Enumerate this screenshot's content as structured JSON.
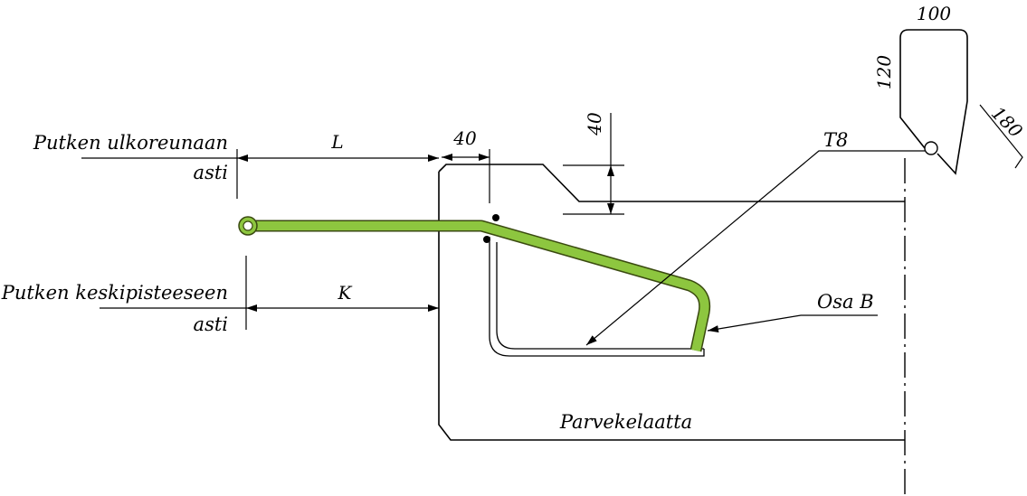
{
  "labels": {
    "outer_edge_line1": "Putken ulkoreunaan",
    "outer_edge_line2": "asti",
    "center_line1": "Putken keskipisteeseen",
    "center_line2": "asti",
    "dim_L": "L",
    "dim_K": "K",
    "dim_40_horizontal": "40",
    "dim_40_vertical": "40",
    "rebar_T8": "T8",
    "part_B": "Osa B",
    "slab": "Parvekelaatta"
  },
  "hook_detail": {
    "dim_100": "100",
    "dim_120": "120",
    "dim_180": "180"
  },
  "colors": {
    "pipe_fill": "#8dc63f",
    "pipe_stroke": "#3a4a10",
    "line": "#000000"
  }
}
